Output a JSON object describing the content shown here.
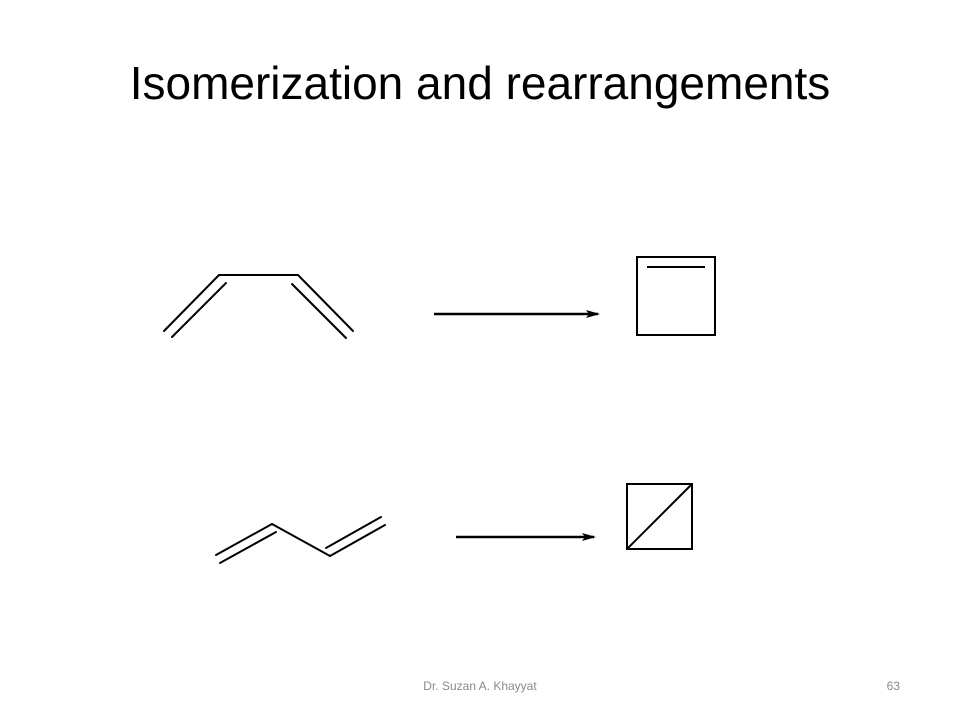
{
  "slide": {
    "title": "Isomerization and rearrangements",
    "footer_author": "Dr. Suzan A. Khayyat",
    "page_number": "63"
  },
  "colors": {
    "text": "#000000",
    "footer_text": "#8a8a8a",
    "background": "#ffffff"
  },
  "reactions": [
    {
      "reactant": "s-cis-butadiene",
      "product": "cyclobutene"
    },
    {
      "reactant": "s-trans-butadiene",
      "product": "bicyclobutane"
    }
  ]
}
